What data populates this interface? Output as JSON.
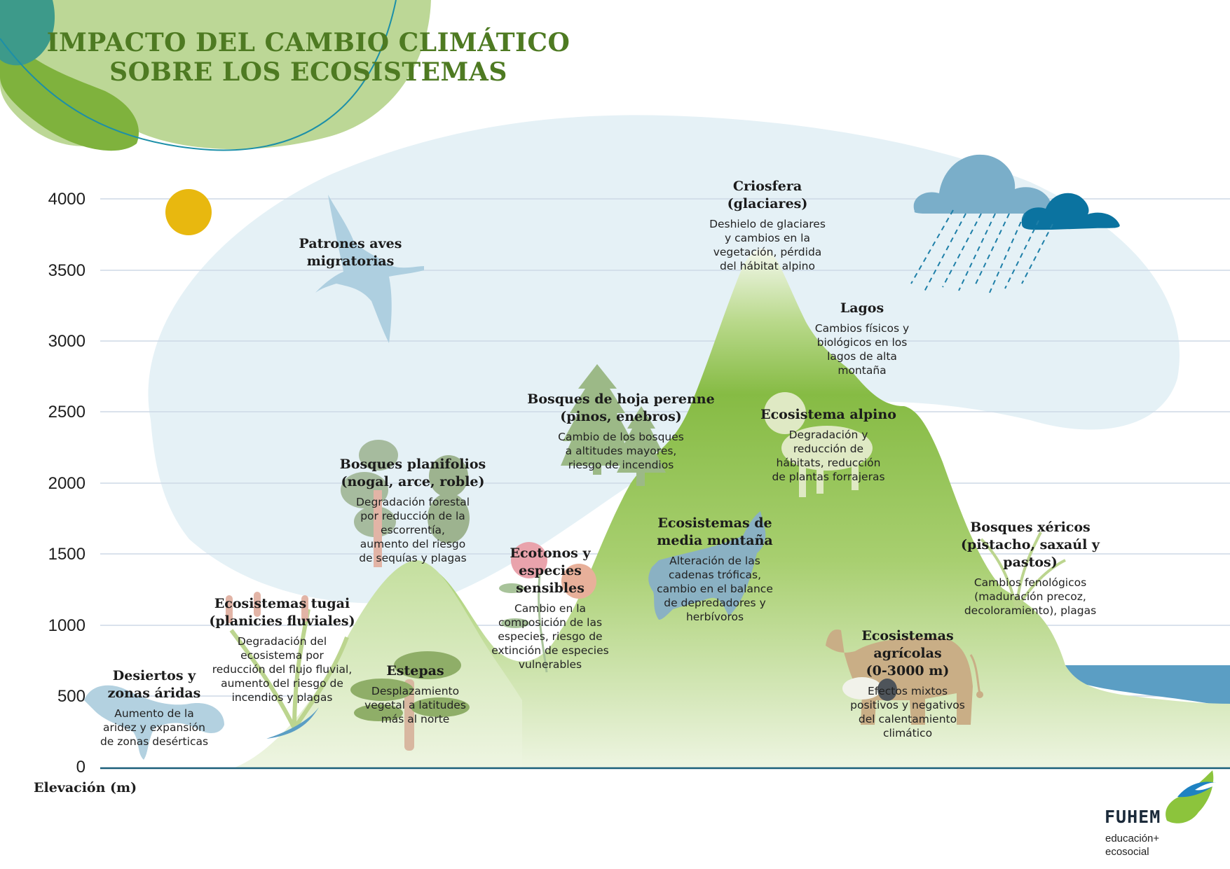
{
  "title_line1": "IMPACTO DEL CAMBIO CLIMÁTICO",
  "title_line2": "SOBRE LOS ECOSISTEMAS",
  "y_axis": {
    "label": "Elevación (m)",
    "ticks": [
      "4000",
      "3500",
      "3000",
      "2500",
      "2000",
      "1500",
      "1000",
      "500",
      "0"
    ]
  },
  "ecosystems": [
    {
      "id": "criosfera",
      "heading": [
        "Criosfera",
        "(glaciares)"
      ],
      "text": [
        "Deshielo de glaciares",
        "y cambios en la",
        "vegetación, pérdida",
        "del hábitat alpino"
      ]
    },
    {
      "id": "lagos",
      "heading": [
        "Lagos"
      ],
      "text": [
        "Cambios físicos y",
        "biológicos en los",
        "lagos de alta",
        "montaña"
      ]
    },
    {
      "id": "aves",
      "heading": [
        "Patrones aves",
        "migratorias"
      ],
      "text": []
    },
    {
      "id": "perenne",
      "heading": [
        "Bosques de hoja perenne",
        "(pinos, enebros)"
      ],
      "text": [
        "Cambio de los bosques",
        "a altitudes mayores,",
        "riesgo de incendios"
      ]
    },
    {
      "id": "alpino",
      "heading": [
        "Ecosistema alpino"
      ],
      "text": [
        "Degradación y",
        "reducción de",
        "hábitats, reducción",
        "de plantas forrajeras"
      ]
    },
    {
      "id": "planifolios",
      "heading": [
        "Bosques planifolios",
        "(nogal, arce, roble)"
      ],
      "text": [
        "Degradación forestal",
        "por reducción de la",
        "escorrentía,",
        "aumento del riesgo",
        "de sequías y plagas"
      ]
    },
    {
      "id": "media",
      "heading": [
        "Ecosistemas de",
        "media montaña"
      ],
      "text": [
        "Alteración de las",
        "cadenas tróficas,",
        "cambio en el balance",
        "de depredadores y",
        "herbívoros"
      ]
    },
    {
      "id": "xericos",
      "heading": [
        "Bosques xéricos",
        "(pistacho, saxaúl y pastos)"
      ],
      "text": [
        "Cambios fenológicos",
        "(maduración precoz,",
        "decoloramiento), plagas"
      ]
    },
    {
      "id": "ecotonos",
      "heading": [
        "Ecotonos y",
        "especies",
        "sensibles"
      ],
      "text": [
        "Cambio en la",
        "composición de las",
        "especies, riesgo de",
        "extinción de especies",
        "vulnerables"
      ]
    },
    {
      "id": "tugai",
      "heading": [
        "Ecosistemas tugai",
        "(planicies fluviales)"
      ],
      "text": [
        "Degradación del",
        "ecosistema por",
        "reducción del flujo fluvial,",
        "aumento del riesgo de",
        "incendios y plagas"
      ]
    },
    {
      "id": "agricolas",
      "heading": [
        "Ecosistemas",
        "agrícolas",
        "(0-3000 m)"
      ],
      "text": [
        "Efectos mixtos",
        "positivos y negativos",
        "del calentamiento",
        "climático"
      ]
    },
    {
      "id": "estepas",
      "heading": [
        "Estepas"
      ],
      "text": [
        "Desplazamiento",
        "vegetal a latitudes",
        "más al norte"
      ]
    },
    {
      "id": "desiertos",
      "heading": [
        "Desiertos y",
        "zonas áridas"
      ],
      "text": [
        "Aumento de la",
        "aridez y expansión",
        "de zonas desérticas"
      ]
    }
  ],
  "logo": {
    "word": "FUHEM",
    "sub": [
      "educación+",
      "ecosocial"
    ]
  },
  "colors": {
    "title": "#4e7a22",
    "mountain": "#8cbf46",
    "sky_blob": "#e5f1f6",
    "cloud": "#7aaec9",
    "sun": "#e8b80f"
  }
}
